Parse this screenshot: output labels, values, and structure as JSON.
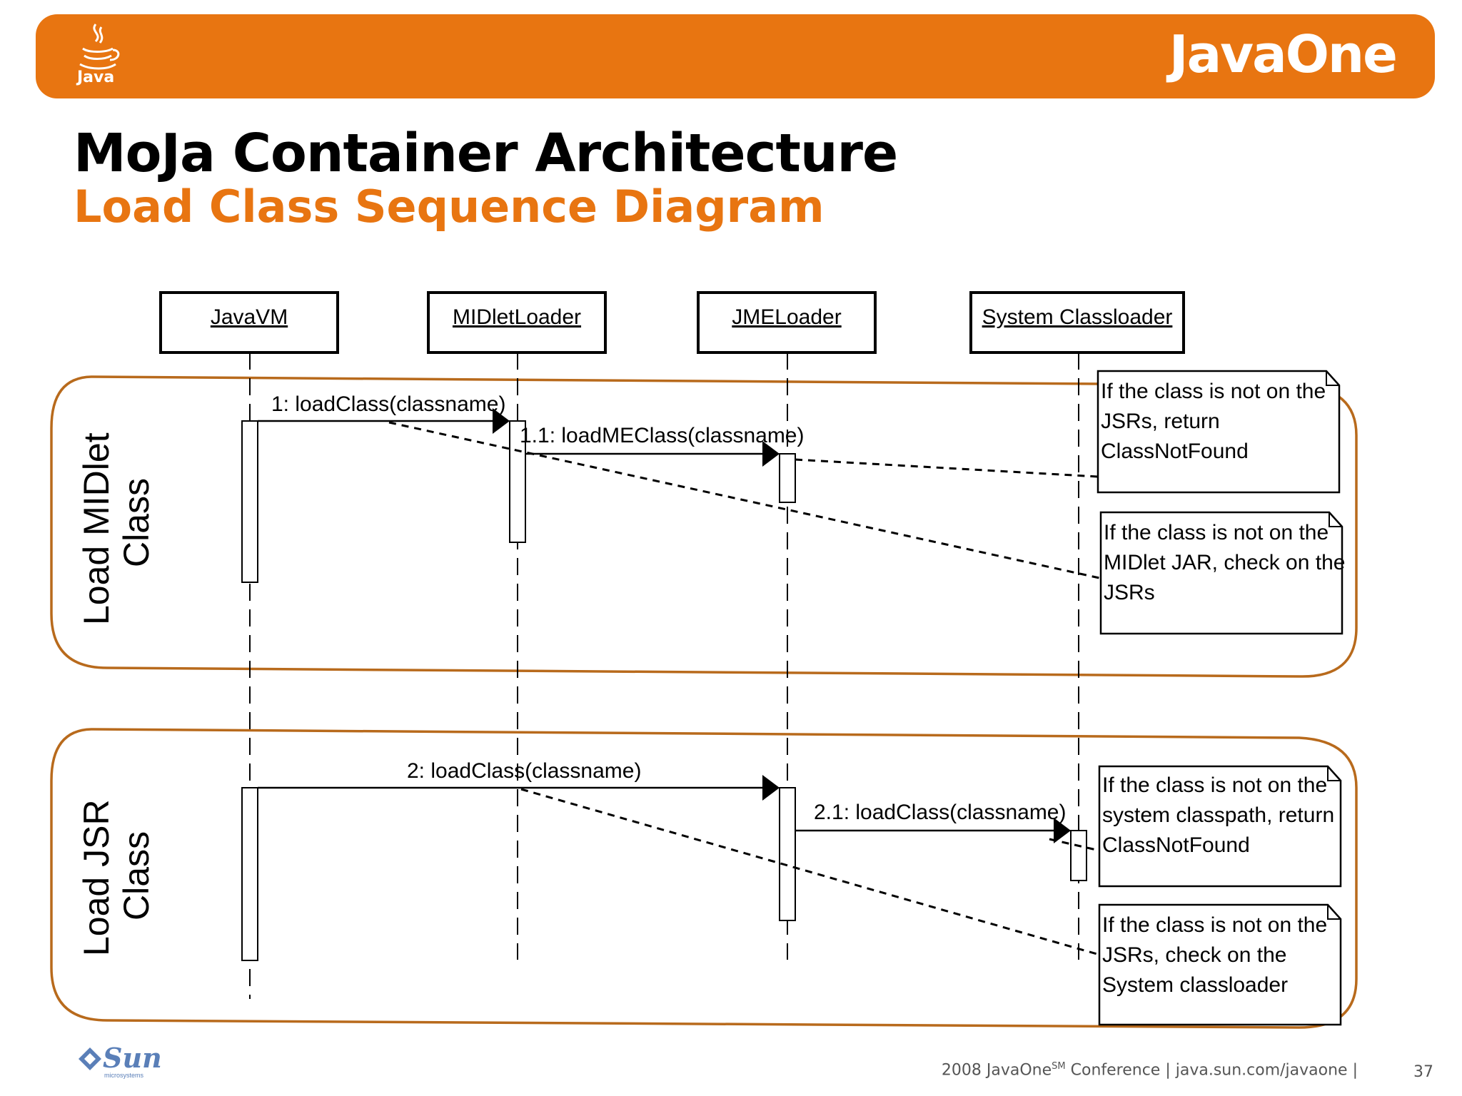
{
  "header": {
    "java_logo_text": "Java",
    "javaone_logo_text": "JavaOne",
    "brand_color": "#e87511"
  },
  "slide": {
    "title": "MoJa Container Architecture",
    "subtitle": "Load Class Sequence Diagram"
  },
  "diagram": {
    "lifelines": [
      {
        "label": "JavaVM"
      },
      {
        "label": "MIDletLoader"
      },
      {
        "label": "JMELoader"
      },
      {
        "label": "System Classloader"
      }
    ],
    "groups": [
      {
        "label_line1": "Load MIDlet",
        "label_line2": "Class"
      },
      {
        "label_line1": "Load JSR",
        "label_line2": "Class"
      }
    ],
    "messages": [
      {
        "label": "1: loadClass(classname)"
      },
      {
        "label": "1.1: loadMEClass(classname)"
      },
      {
        "label": "2: loadClass(classname)"
      },
      {
        "label": "2.1: loadClass(classname)"
      }
    ],
    "notes": [
      {
        "lines": [
          "If the class is not on the",
          "JSRs, return",
          "ClassNotFound"
        ]
      },
      {
        "lines": [
          "If the class is not on the",
          "MIDlet JAR, check on the",
          "JSRs"
        ]
      },
      {
        "lines": [
          "If the class is not on the",
          "system classpath, return",
          "ClassNotFound"
        ]
      },
      {
        "lines": [
          "If the class is not on the",
          "JSRs, check on the",
          "System classloader"
        ]
      }
    ]
  },
  "footer": {
    "sun_logo_text": "Sun",
    "sun_logo_subtext": "microsystems",
    "conference_prefix": "2008 JavaOne",
    "conference_sup": "SM",
    "conference_suffix": " Conference |  java.sun.com/javaone  |",
    "page_number": "37"
  }
}
